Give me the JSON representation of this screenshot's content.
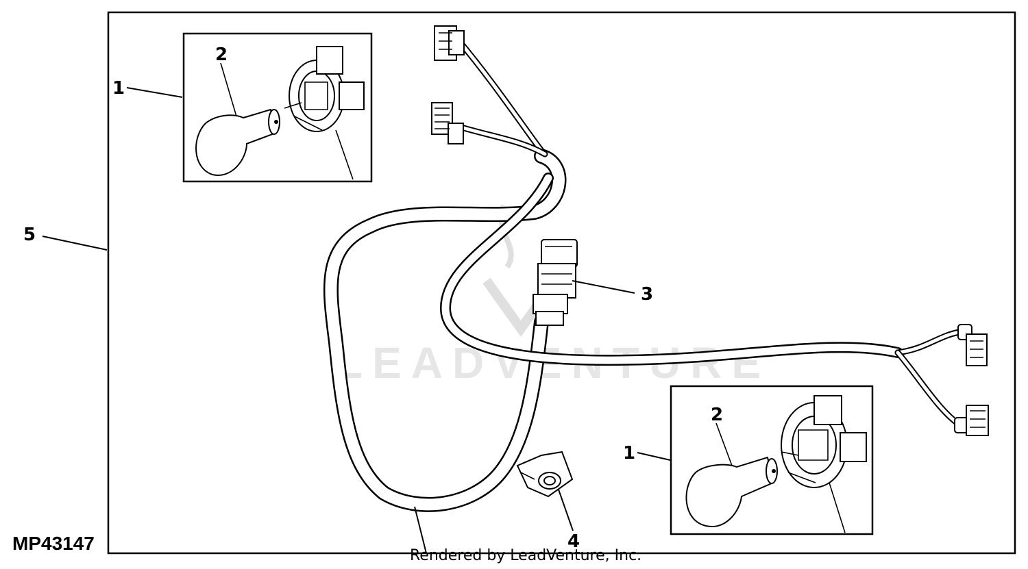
{
  "figure_id": "MP43147",
  "credit": "Rendered by LeadVenture, Inc.",
  "watermark": "LEADVENTURE",
  "callouts": [
    "1",
    "2",
    "3",
    "4",
    "5"
  ]
}
